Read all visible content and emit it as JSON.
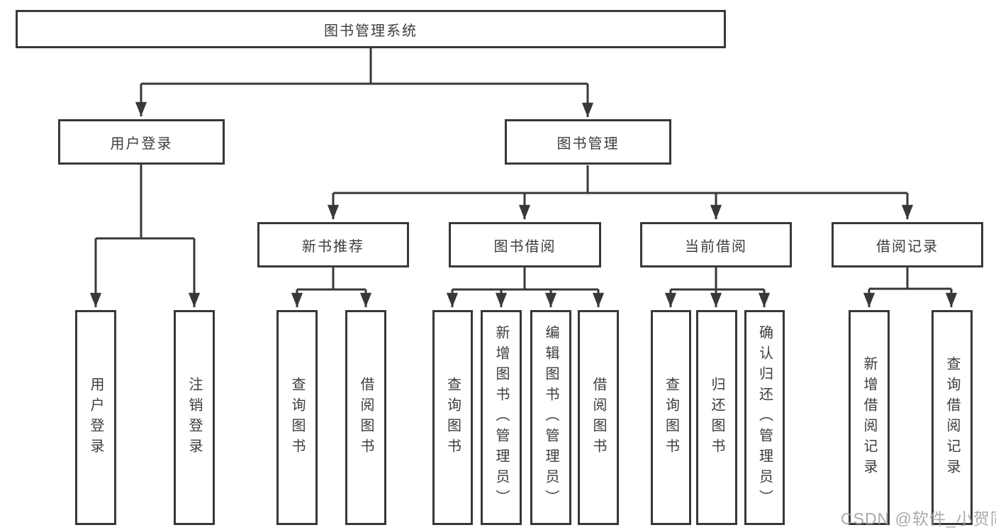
{
  "palette": {
    "line": "#383838",
    "text": "#3d3d3d",
    "watermark_gray": "#9e9e9e",
    "background": "#ffffff"
  },
  "watermark": {
    "text": "CSDN @软件_小贺同学"
  },
  "tree": {
    "root": "图书管理系统",
    "user": {
      "label": "用户登录",
      "children": [
        "用户登录",
        "注销登录"
      ]
    },
    "management": {
      "label": "图书管理",
      "groups": [
        {
          "label": "新书推荐",
          "children": [
            "查询图书",
            "借阅图书"
          ]
        },
        {
          "label": "图书借阅",
          "children": [
            "查询图书",
            "新增图书（管理员）",
            "编辑图书（管理员）",
            "借阅图书"
          ]
        },
        {
          "label": "当前借阅",
          "children": [
            "查询图书",
            "归还图书",
            "确认归还（管理员）"
          ]
        },
        {
          "label": "借阅记录",
          "children": [
            "新增借阅记录",
            "查询借阅记录"
          ]
        }
      ]
    }
  }
}
